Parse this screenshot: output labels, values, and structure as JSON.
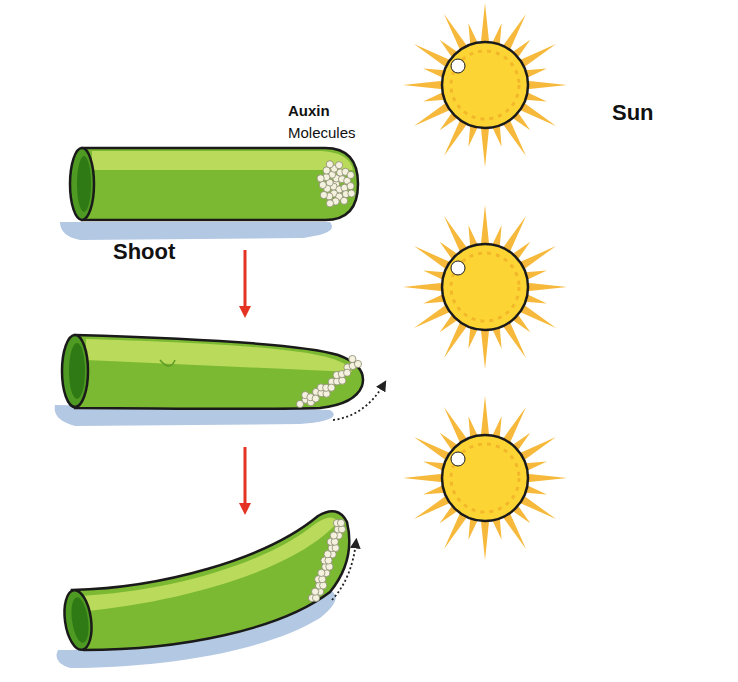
{
  "diagram": {
    "labels": [
      "Auxin",
      "Molecules",
      "Shoot",
      "Sun"
    ]
  }
}
